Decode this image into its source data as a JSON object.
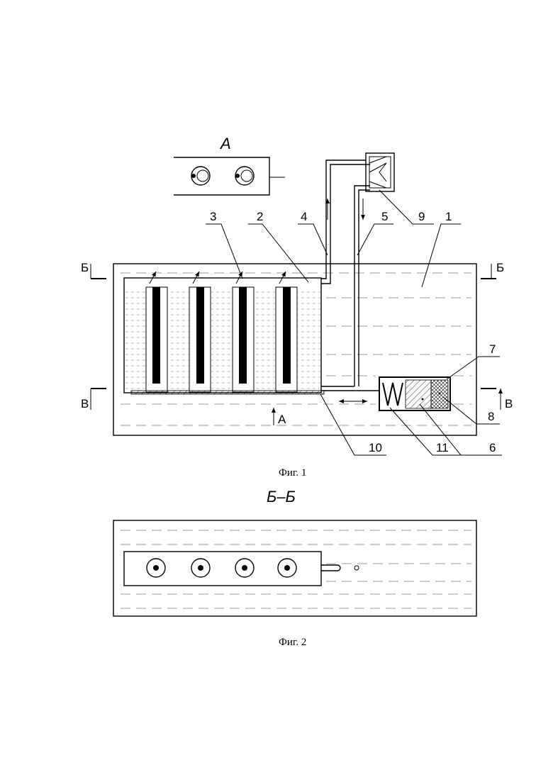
{
  "view_a": {
    "title": "А"
  },
  "fig1": {
    "section_marks": {
      "b_left": "Б",
      "b_right": "Б",
      "v_left": "В",
      "v_right": "В",
      "arrow_a": "А"
    },
    "callouts": [
      "1",
      "2",
      "3",
      "4",
      "5",
      "6",
      "7",
      "8",
      "9",
      "10",
      "11"
    ],
    "caption": "Фиг. 1"
  },
  "fig2": {
    "section_title": "Б–Б",
    "caption": "Фиг. 2"
  }
}
